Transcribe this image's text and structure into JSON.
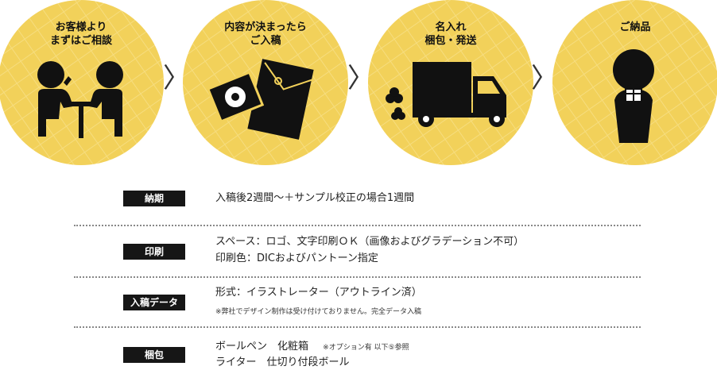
{
  "steps": [
    {
      "title": "お客様より\nまずはご相談",
      "icon": "consultation-icon"
    },
    {
      "title": "内容が決まったら\nご入稿",
      "icon": "submission-icon"
    },
    {
      "title": "名入れ\n梱包・発送",
      "icon": "delivery-truck-icon"
    },
    {
      "title": "ご納品",
      "icon": "gift-receive-icon"
    }
  ],
  "arrow": "〉",
  "colors": {
    "circle": "#f2d15a",
    "grid": "#f6dd7f",
    "figure": "#111111",
    "tag_bg": "#161616"
  },
  "info": {
    "delivery": {
      "label": "納期",
      "text": "入稿後2週間～＋サンプル校正の場合1週間"
    },
    "printing": {
      "label": "印刷",
      "line1": "スペース：ロゴ、文字印刷ＯＫ（画像およびグラデーション不可）",
      "line2": "印刷色：DICおよびパントーン指定"
    },
    "data": {
      "label": "入稿データ",
      "line1": "形式：イラストレーター（アウトライン済）",
      "note": "※弊社でデザイン制作は受け付けておりません。完全データ入稿"
    },
    "packaging": {
      "label": "梱包",
      "line1": "ボールペン　化粧箱",
      "line1_note": "※オプション有 以下⑤参照",
      "line2": "ライター　仕切り付段ボール"
    }
  }
}
